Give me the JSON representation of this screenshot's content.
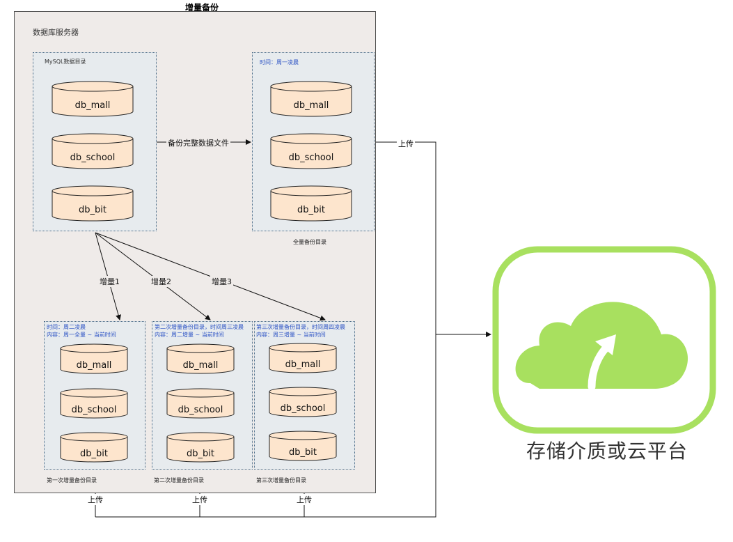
{
  "title": "增量备份",
  "server_label": "数据库服务器",
  "source_panel": {
    "label": "MySQL数据目录",
    "databases": [
      "db_mall",
      "db_school",
      "db_bit"
    ]
  },
  "full_backup_panel": {
    "note": "时间：周一凌晨",
    "databases": [
      "db_mall",
      "db_school",
      "db_bit"
    ],
    "caption": "全量备份目录"
  },
  "incremental_panels": [
    {
      "note_line1": "时间：周二凌晨",
      "note_line2": "内容：周一全量 ~ 当前时间",
      "databases": [
        "db_mall",
        "db_school",
        "db_bit"
      ],
      "caption": "第一次增量备份目录"
    },
    {
      "note_line1": "第二次增量备份目录，时间周三凌晨",
      "note_line2": "内容：周二增量 ~ 当前时间",
      "databases": [
        "db_mall",
        "db_school",
        "db_bit"
      ],
      "caption": "第二次增量备份目录"
    },
    {
      "note_line1": "第三次增量备份目录，时间周四凌晨",
      "note_line2": "内容：周三增量 ~ 当前时间",
      "databases": [
        "db_mall",
        "db_school",
        "db_bit"
      ],
      "caption": "第三次增量备份目录"
    }
  ],
  "edges": {
    "full_backup": "备份完整数据文件",
    "inc1": "增量1",
    "inc2": "增量2",
    "inc3": "增量3",
    "upload": "上传"
  },
  "cloud": {
    "label": "存储介质或云平台",
    "icon": "cloud-upload-icon",
    "color": "#a8e05f"
  },
  "colors": {
    "cylinder_fill": "#fde5cd",
    "panel_fill": "#e7ebee",
    "server_fill": "#efebe9",
    "note_text": "#2b52c4"
  }
}
